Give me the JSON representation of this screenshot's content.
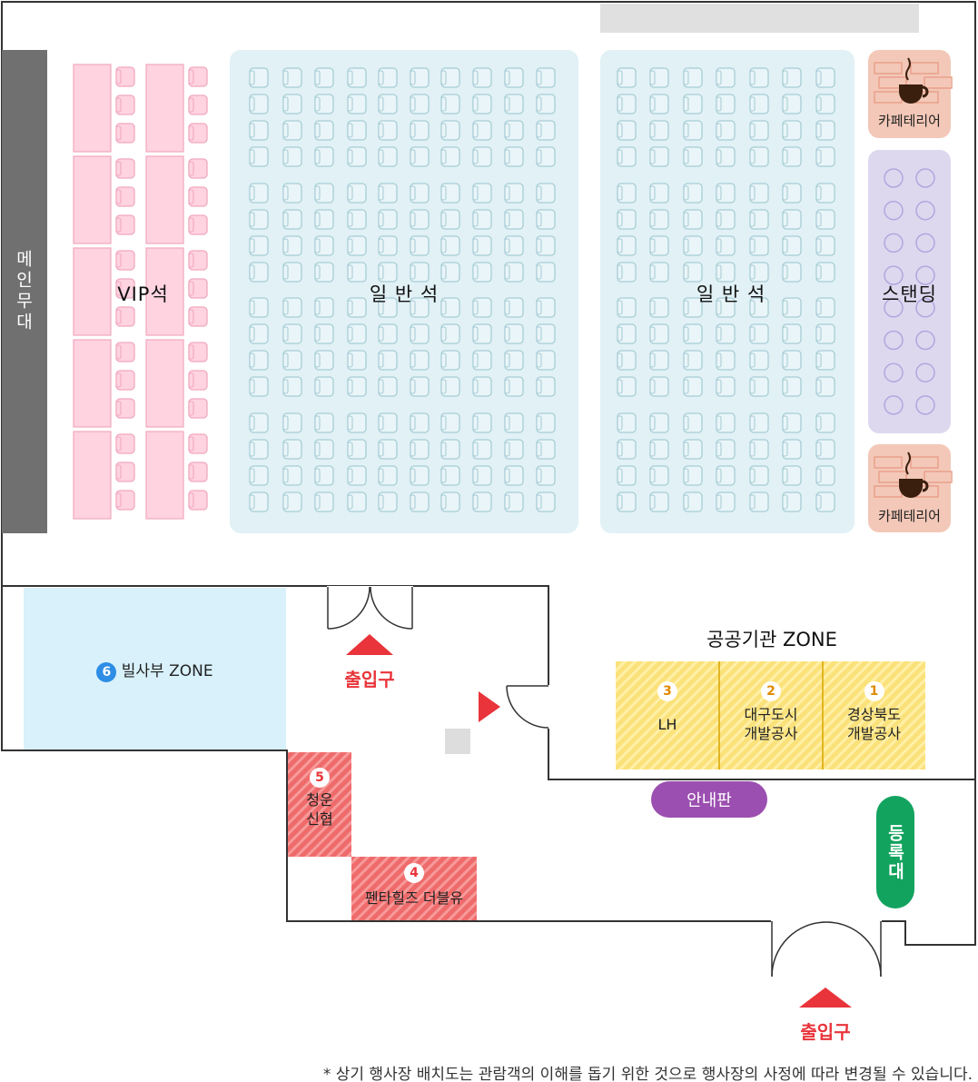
{
  "stage": {
    "label": "메인무대"
  },
  "seating": {
    "vip": "VIP석",
    "general_left": "일 반 석",
    "general_right": "일 반 석",
    "standing": "스탠딩"
  },
  "cafeteria": {
    "top": "카페테리어",
    "bottom": "카페테리어"
  },
  "public_zone": {
    "title": "공공기관 ZONE",
    "booths": [
      {
        "number": "3",
        "name": "LH"
      },
      {
        "number": "2",
        "name": "대구도시\n개발공사"
      },
      {
        "number": "1",
        "name": "경상북도\n개발공사"
      }
    ]
  },
  "villa_zone": {
    "number": "6",
    "name": "빌사부 ZONE"
  },
  "booth5": {
    "number": "5",
    "name": "청운\n신협"
  },
  "booth4": {
    "number": "4",
    "name": "펜타힐즈 더블유"
  },
  "entrances": {
    "top": "출입구",
    "bottom": "출입구"
  },
  "info_board": "안내판",
  "registration": "등록대",
  "footnote": "* 상기 행사장 배치도는 관람객의 이해를 돕기 위한 것으로 행사장의 사정에 따라 변경될 수 있습니다.",
  "colors": {
    "stage": "#707070",
    "vip": "#ffd3e0",
    "general": "#e1f1f5",
    "standing": "#ded8ef",
    "cafeteria": "#f3c8b8",
    "public_booth": "#fbe27a",
    "booth_red": "#f07070",
    "villa_zone": "#d8f1fa",
    "exit": "#e8343a",
    "info_board": "#9b4fb0",
    "registration": "#12a35f"
  },
  "icons": [
    "coffee-cup-icon",
    "chair-icon",
    "standing-spot-icon",
    "door-icon",
    "arrow-up-icon",
    "arrow-right-icon"
  ]
}
